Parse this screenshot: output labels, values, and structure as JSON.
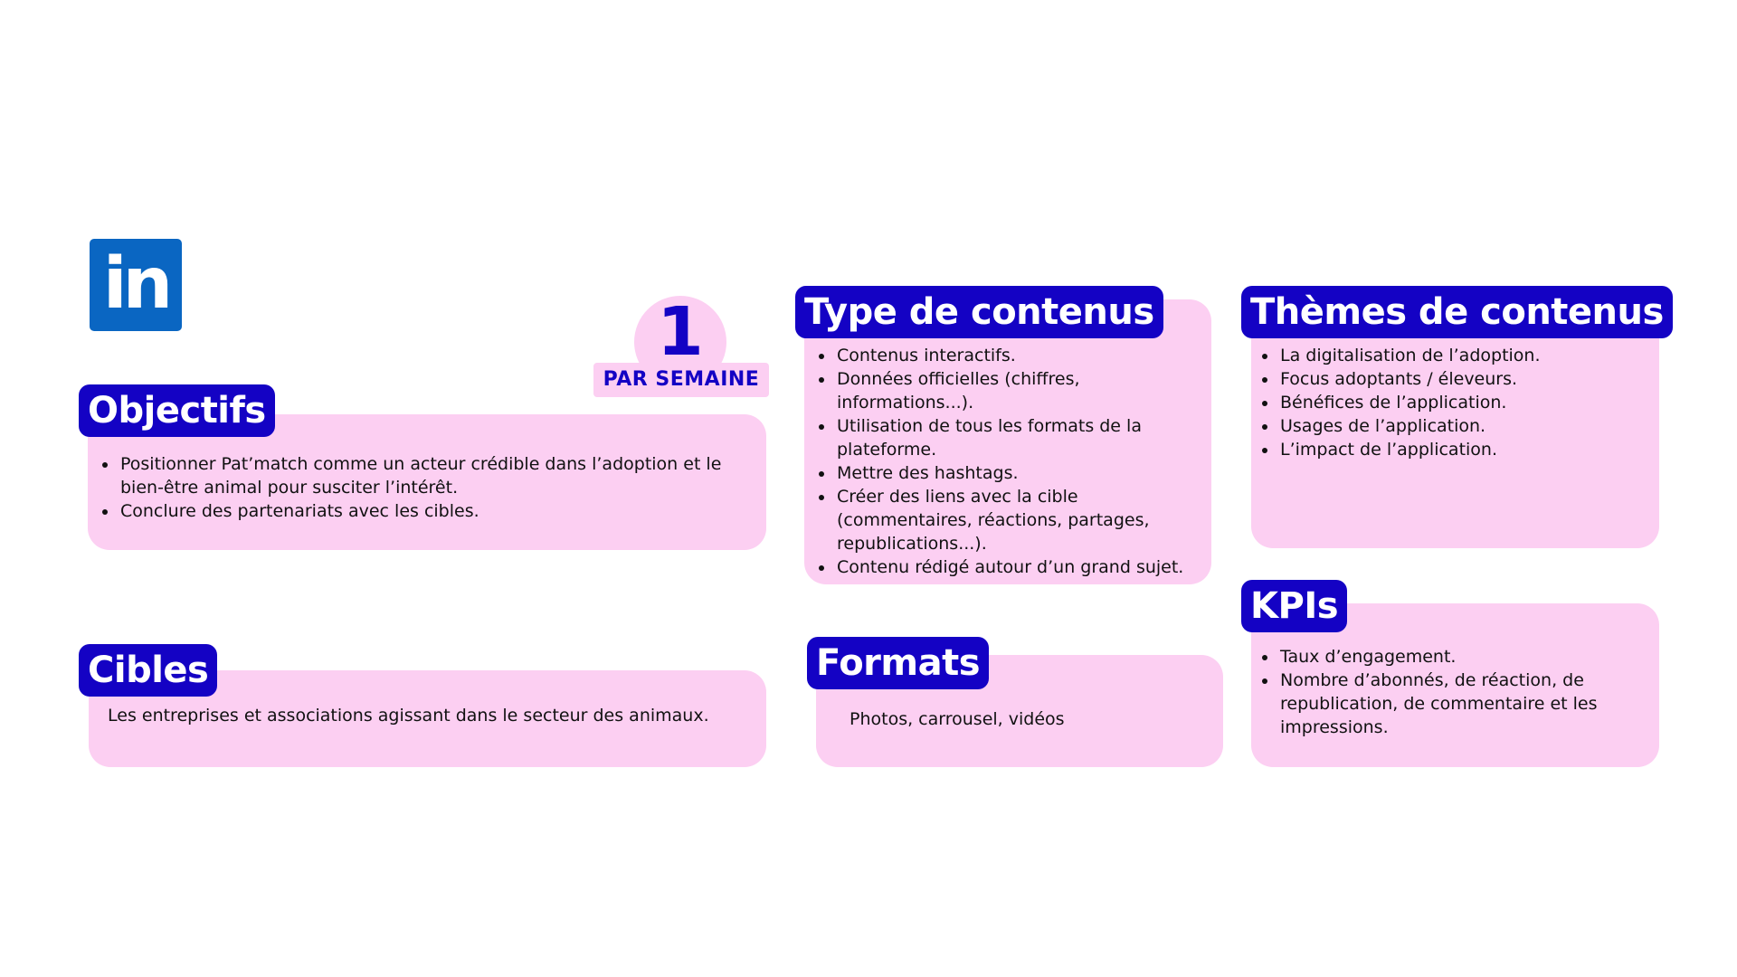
{
  "logo": {
    "text": "in",
    "icon": "linkedin-icon",
    "color": "#0a66c2"
  },
  "colors": {
    "accent": "#1402c4",
    "card": "#fccff2"
  },
  "frequency": {
    "number": "1",
    "label": "PAR SEMAINE"
  },
  "objectifs": {
    "title": "Objectifs",
    "items": [
      "Positionner Pat’match comme un acteur crédible dans l’adoption et le bien-être animal pour susciter l’intérêt.",
      "Conclure des partenariats avec les cibles."
    ]
  },
  "cibles": {
    "title": "Cibles",
    "text": "Les entreprises et associations agissant dans le secteur des animaux."
  },
  "type_contenus": {
    "title": "Type de contenus",
    "items": [
      "Contenus interactifs.",
      "Données officielles (chiffres, informations...).",
      "Utilisation de tous les formats de la plateforme.",
      "Mettre des hashtags.",
      "Créer des liens avec la cible (commentaires, réactions, partages, republications...).",
      "Contenu rédigé autour d’un grand sujet."
    ]
  },
  "formats": {
    "title": "Formats",
    "text": "Photos, carrousel, vidéos"
  },
  "themes": {
    "title": "Thèmes de contenus",
    "items": [
      "La digitalisation de l’adoption.",
      "Focus adoptants / éleveurs.",
      "Bénéfices de l’application.",
      "Usages de l’application.",
      "L’impact de l’application."
    ]
  },
  "kpis": {
    "title": "KPIs",
    "items": [
      "Taux d’engagement.",
      "Nombre d’abonnés, de réaction, de republication, de commentaire et les impressions."
    ]
  }
}
